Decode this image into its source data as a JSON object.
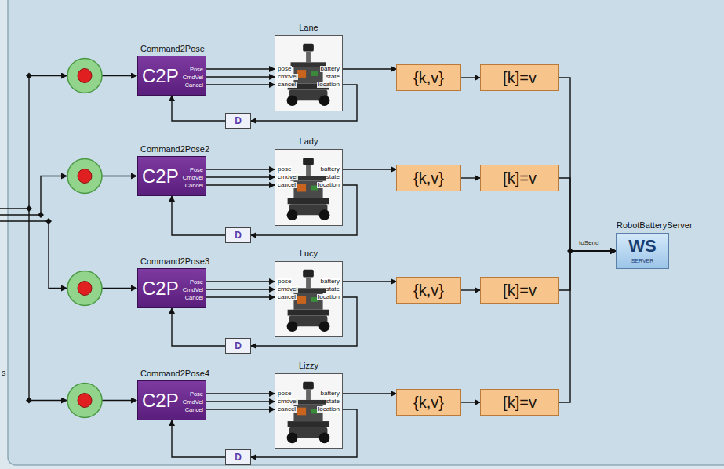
{
  "diagram": {
    "nodes": [
      {
        "text": [
          "Command2Pose",
          "C2P",
          "Pose",
          "CmdVel",
          "Cancel"
        ]
      },
      {
        "text": [
          "Lane",
          "pose",
          "cmdvel",
          "cancel",
          "battery",
          "state",
          "location"
        ]
      },
      {
        "text": [
          "{k,v}"
        ]
      },
      {
        "text": [
          "[k]=v"
        ]
      },
      {
        "text": [
          "D"
        ]
      },
      {
        "text": [
          "Command2Pose2",
          "C2P",
          "Pose",
          "CmdVel",
          "Cancel"
        ]
      },
      {
        "text": [
          "Lady",
          "pose",
          "cmdvel",
          "cancel",
          "battery",
          "state",
          "location"
        ]
      },
      {
        "text": [
          "{k,v}"
        ]
      },
      {
        "text": [
          "[k]=v"
        ]
      },
      {
        "text": [
          "D"
        ]
      },
      {
        "text": [
          "Command2Pose3",
          "C2P",
          "Pose",
          "CmdVel",
          "Cancel"
        ]
      },
      {
        "text": [
          "Lucy",
          "pose",
          "cmdvel",
          "cancel",
          "battery",
          "state",
          "location"
        ]
      },
      {
        "text": [
          "{k,v}"
        ]
      },
      {
        "text": [
          "[k]=v"
        ]
      },
      {
        "text": [
          "D"
        ]
      },
      {
        "text": [
          "Command2Pose4",
          "C2P",
          "Pose",
          "CmdVel",
          "Cancel"
        ]
      },
      {
        "text": [
          "Lizzy",
          "pose",
          "cmdvel",
          "cancel",
          "battery",
          "state",
          "location"
        ]
      },
      {
        "text": [
          "{k,v}"
        ]
      },
      {
        "text": [
          "[k]=v"
        ]
      },
      {
        "text": [
          "D"
        ]
      },
      {
        "text": [
          "RobotBatteryServer",
          "WS",
          "SERVER"
        ]
      }
    ],
    "edges": [
      {
        "from": 0,
        "to": 1,
        "arrow": "to"
      },
      {
        "from": 0,
        "to": 1,
        "arrow": "to"
      },
      {
        "from": 0,
        "to": 1,
        "arrow": "to"
      },
      {
        "from": 1,
        "to": 2,
        "arrow": "to"
      },
      {
        "from": 2,
        "to": 3,
        "arrow": "to"
      },
      {
        "from": 3,
        "to": 20,
        "arrow": "to"
      },
      {
        "from": 1,
        "to": 4,
        "arrow": "to"
      },
      {
        "from": 4,
        "to": 0,
        "arrow": "to"
      },
      {
        "from": 5,
        "to": 6,
        "arrow": "to"
      },
      {
        "from": 5,
        "to": 6,
        "arrow": "to"
      },
      {
        "from": 5,
        "to": 6,
        "arrow": "to"
      },
      {
        "from": 6,
        "to": 7,
        "arrow": "to"
      },
      {
        "from": 7,
        "to": 8,
        "arrow": "to"
      },
      {
        "from": 8,
        "to": 20,
        "arrow": "to"
      },
      {
        "from": 6,
        "to": 9,
        "arrow": "to"
      },
      {
        "from": 9,
        "to": 5,
        "arrow": "to"
      },
      {
        "from": 10,
        "to": 11,
        "arrow": "to"
      },
      {
        "from": 10,
        "to": 11,
        "arrow": "to"
      },
      {
        "from": 10,
        "to": 11,
        "arrow": "to"
      },
      {
        "from": 11,
        "to": 12,
        "arrow": "to"
      },
      {
        "from": 12,
        "to": 13,
        "arrow": "to"
      },
      {
        "from": 13,
        "to": 20,
        "arrow": "to"
      },
      {
        "from": 11,
        "to": 14,
        "arrow": "to"
      },
      {
        "from": 14,
        "to": 10,
        "arrow": "to"
      },
      {
        "from": 15,
        "to": 16,
        "arrow": "to"
      },
      {
        "from": 15,
        "to": 16,
        "arrow": "to"
      },
      {
        "from": 15,
        "to": 16,
        "arrow": "to"
      },
      {
        "from": 16,
        "to": 17,
        "arrow": "to"
      },
      {
        "from": 17,
        "to": 18,
        "arrow": "to"
      },
      {
        "from": 18,
        "to": 20,
        "arrow": "to"
      },
      {
        "from": 16,
        "to": 19,
        "arrow": "to"
      },
      {
        "from": 19,
        "to": 15,
        "arrow": "to"
      }
    ],
    "labels": [
      "toSend",
      "s"
    ]
  }
}
